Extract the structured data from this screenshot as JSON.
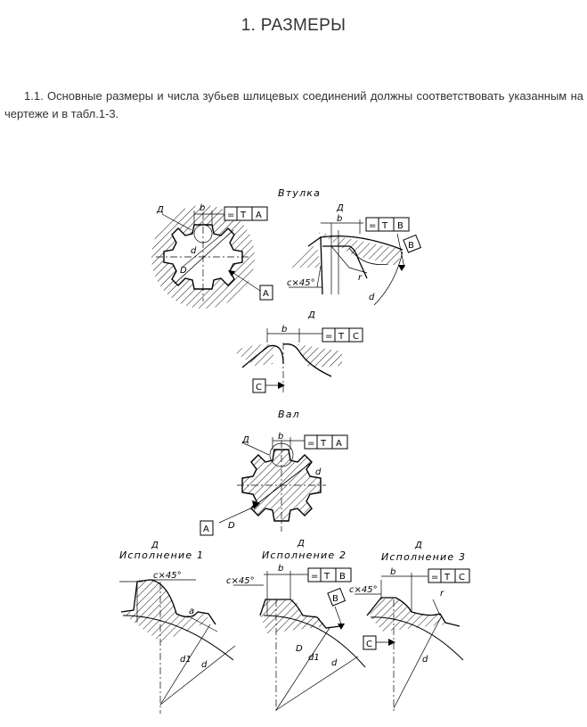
{
  "title": "1. РАЗМЕРЫ",
  "paragraph": "1.1. Основные размеры и числа зубьев шлицевых соединений должны соответствовать указанным на чертеже и в табл.1-3.",
  "drawing": {
    "captions": {
      "hub": "Втулка",
      "shaft": "Вал",
      "version1": "Исполнение 1",
      "version2": "Исполнение 2",
      "version3": "Исполнение 3"
    },
    "labels": {
      "D": "Д",
      "b": "b",
      "d": "d",
      "d1": "d1",
      "D_lower": "D",
      "r": "r",
      "a": "a",
      "chamfer": "c×45°"
    },
    "datums": {
      "A": "A",
      "B": "B",
      "C": "C"
    },
    "tolerance_frames": {
      "hub_A": [
        "=",
        "T",
        "A"
      ],
      "hub_B": [
        "=",
        "T",
        "B"
      ],
      "hub_C": [
        "=",
        "T",
        "C"
      ],
      "shaft_A": [
        "=",
        "T",
        "A"
      ],
      "v2_B": [
        "=",
        "T",
        "B"
      ],
      "v3_C": [
        "=",
        "T",
        "C"
      ]
    }
  }
}
